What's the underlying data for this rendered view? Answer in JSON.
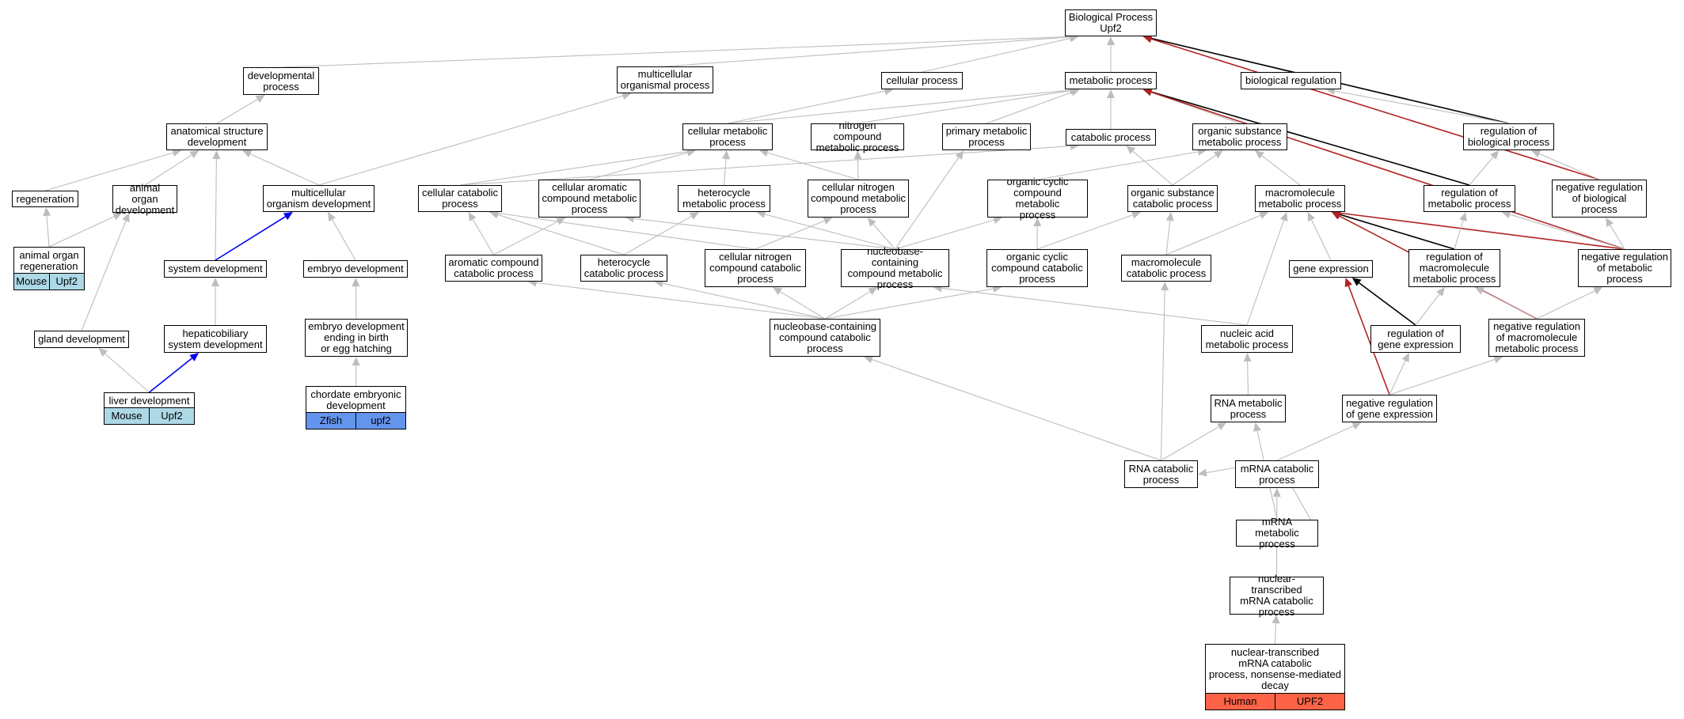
{
  "colors": {
    "edge_default": "#bdbdbd",
    "edge_highlight": "#000000",
    "edge_negative": "#b22222",
    "edge_positive": "#0000ee",
    "mouse_annotation": "#add8e6",
    "zfish_annotation": "#6495ed",
    "human_annotation": "#ff6347"
  },
  "nodes": [
    {
      "id": "bp",
      "label": "Biological Process\nUpf2"
    },
    {
      "id": "dev",
      "label": "developmental\nprocess"
    },
    {
      "id": "mop",
      "label": "multicellular\norganismal process"
    },
    {
      "id": "cp",
      "label": "cellular process"
    },
    {
      "id": "mp",
      "label": "metabolic process"
    },
    {
      "id": "breg",
      "label": "biological regulation"
    },
    {
      "id": "asd",
      "label": "anatomical structure\ndevelopment"
    },
    {
      "id": "cmp",
      "label": "cellular metabolic\nprocess"
    },
    {
      "id": "ncmp",
      "label": "nitrogen compound\nmetabolic process"
    },
    {
      "id": "pmp",
      "label": "primary metabolic\nprocess"
    },
    {
      "id": "catp",
      "label": "catabolic process"
    },
    {
      "id": "osmp",
      "label": "organic substance\nmetabolic process"
    },
    {
      "id": "rbp",
      "label": "regulation of\nbiological process"
    },
    {
      "id": "regen",
      "label": "regeneration"
    },
    {
      "id": "aod",
      "label": "animal organ\ndevelopment"
    },
    {
      "id": "mod",
      "label": "multicellular\norganism development"
    },
    {
      "id": "ccp",
      "label": "cellular catabolic\nprocess"
    },
    {
      "id": "cacmp",
      "label": "cellular aromatic\ncompound metabolic\nprocess"
    },
    {
      "id": "hmp",
      "label": "heterocycle\nmetabolic process"
    },
    {
      "id": "cncmp",
      "label": "cellular nitrogen\ncompound metabolic\nprocess"
    },
    {
      "id": "occmp",
      "label": "organic cyclic\ncompound metabolic\nprocess"
    },
    {
      "id": "oscp",
      "label": "organic substance\ncatabolic process"
    },
    {
      "id": "mmp",
      "label": "macromolecule\nmetabolic process"
    },
    {
      "id": "rmp",
      "label": "regulation of\nmetabolic process"
    },
    {
      "id": "nrbp",
      "label": "negative regulation\nof biological\nprocess"
    },
    {
      "id": "aor",
      "label": "animal organ\nregeneration"
    },
    {
      "id": "sd",
      "label": "system development"
    },
    {
      "id": "ed",
      "label": "embryo development"
    },
    {
      "id": "accp",
      "label": "aromatic compound\ncatabolic process"
    },
    {
      "id": "hcp",
      "label": "heterocycle\ncatabolic process"
    },
    {
      "id": "cnccp",
      "label": "cellular nitrogen\ncompound catabolic\nprocess"
    },
    {
      "id": "nbcmp",
      "label": "nucleobase-containing\ncompound metabolic\nprocess"
    },
    {
      "id": "occcp",
      "label": "organic cyclic\ncompound catabolic\nprocess"
    },
    {
      "id": "mcp",
      "label": "macromolecule\ncatabolic process"
    },
    {
      "id": "ge",
      "label": "gene expression"
    },
    {
      "id": "rmmp",
      "label": "regulation of\nmacromolecule\nmetabolic process"
    },
    {
      "id": "nrmp",
      "label": "negative regulation\nof metabolic\nprocess"
    },
    {
      "id": "gd",
      "label": "gland development"
    },
    {
      "id": "hsd",
      "label": "hepaticobiliary\nsystem development"
    },
    {
      "id": "edeb",
      "label": "embryo development\nending in birth\nor egg hatching"
    },
    {
      "id": "nbccp",
      "label": "nucleobase-containing\ncompound catabolic\nprocess"
    },
    {
      "id": "namp",
      "label": "nucleic acid\nmetabolic process"
    },
    {
      "id": "rge",
      "label": "regulation of\ngene expression"
    },
    {
      "id": "nrmmp",
      "label": "negative regulation\nof macromolecule\nmetabolic process"
    },
    {
      "id": "ld",
      "label": "liver development"
    },
    {
      "id": "ced",
      "label": "chordate embryonic\ndevelopment"
    },
    {
      "id": "rnamp",
      "label": "RNA metabolic\nprocess"
    },
    {
      "id": "nrge",
      "label": "negative regulation\nof gene expression"
    },
    {
      "id": "rnacp",
      "label": "RNA catabolic\nprocess"
    },
    {
      "id": "mrnamp",
      "label": "mRNA metabolic\nprocess"
    },
    {
      "id": "mrnacp",
      "label": "mRNA catabolic\nprocess"
    },
    {
      "id": "ntmcp",
      "label": "nuclear-transcribed\nmRNA catabolic\nprocess"
    },
    {
      "id": "nmd",
      "label": "nuclear-transcribed\nmRNA catabolic\nprocess, nonsense-mediated\ndecay"
    }
  ],
  "annotations": [
    {
      "node": "aor",
      "species": "Mouse",
      "gene": "Upf2",
      "color": "#add8e6"
    },
    {
      "node": "ld",
      "species": "Mouse",
      "gene": "Upf2",
      "color": "#add8e6"
    },
    {
      "node": "ced",
      "species": "Zfish",
      "gene": "upf2",
      "color": "#6495ed"
    },
    {
      "node": "nmd",
      "species": "Human",
      "gene": "UPF2",
      "color": "#ff6347"
    }
  ],
  "edges": [
    {
      "from": "dev",
      "to": "bp",
      "type": "default"
    },
    {
      "from": "mop",
      "to": "bp",
      "type": "default"
    },
    {
      "from": "cp",
      "to": "bp",
      "type": "default"
    },
    {
      "from": "mp",
      "to": "bp",
      "type": "default"
    },
    {
      "from": "breg",
      "to": "bp",
      "type": "default"
    },
    {
      "from": "rbp",
      "to": "bp",
      "type": "highlight"
    },
    {
      "from": "nrbp",
      "to": "bp",
      "type": "negative"
    },
    {
      "from": "asd",
      "to": "dev",
      "type": "default"
    },
    {
      "from": "cmp",
      "to": "cp",
      "type": "default"
    },
    {
      "from": "cmp",
      "to": "mp",
      "type": "default"
    },
    {
      "from": "ncmp",
      "to": "mp",
      "type": "default"
    },
    {
      "from": "pmp",
      "to": "mp",
      "type": "default"
    },
    {
      "from": "catp",
      "to": "mp",
      "type": "default"
    },
    {
      "from": "osmp",
      "to": "mp",
      "type": "default"
    },
    {
      "from": "rmp",
      "to": "mp",
      "type": "highlight"
    },
    {
      "from": "nrmp",
      "to": "mp",
      "type": "negative"
    },
    {
      "from": "rbp",
      "to": "breg",
      "type": "default"
    },
    {
      "from": "regen",
      "to": "asd",
      "type": "default"
    },
    {
      "from": "aod",
      "to": "asd",
      "type": "default"
    },
    {
      "from": "mod",
      "to": "asd",
      "type": "default"
    },
    {
      "from": "sd",
      "to": "asd",
      "type": "default"
    },
    {
      "from": "mod",
      "to": "mop",
      "type": "default"
    },
    {
      "from": "ccp",
      "to": "cmp",
      "type": "default"
    },
    {
      "from": "ccp",
      "to": "catp",
      "type": "default"
    },
    {
      "from": "cacmp",
      "to": "cmp",
      "type": "default"
    },
    {
      "from": "hmp",
      "to": "cmp",
      "type": "default"
    },
    {
      "from": "cncmp",
      "to": "cmp",
      "type": "default"
    },
    {
      "from": "cncmp",
      "to": "ncmp",
      "type": "default"
    },
    {
      "from": "nbcmp",
      "to": "pmp",
      "type": "default"
    },
    {
      "from": "occmp",
      "to": "osmp",
      "type": "default"
    },
    {
      "from": "oscp",
      "to": "osmp",
      "type": "default"
    },
    {
      "from": "oscp",
      "to": "catp",
      "type": "default"
    },
    {
      "from": "mmp",
      "to": "osmp",
      "type": "default"
    },
    {
      "from": "rmp",
      "to": "rbp",
      "type": "default"
    },
    {
      "from": "nrbp",
      "to": "rbp",
      "type": "default"
    },
    {
      "from": "aor",
      "to": "regen",
      "type": "default"
    },
    {
      "from": "aor",
      "to": "aod",
      "type": "default"
    },
    {
      "from": "gd",
      "to": "aod",
      "type": "default"
    },
    {
      "from": "sd",
      "to": "mod",
      "type": "positive"
    },
    {
      "from": "ed",
      "to": "mod",
      "type": "default"
    },
    {
      "from": "accp",
      "to": "ccp",
      "type": "default"
    },
    {
      "from": "hcp",
      "to": "ccp",
      "type": "default"
    },
    {
      "from": "cnccp",
      "to": "ccp",
      "type": "default"
    },
    {
      "from": "accp",
      "to": "cacmp",
      "type": "default"
    },
    {
      "from": "nbcmp",
      "to": "cacmp",
      "type": "default"
    },
    {
      "from": "hcp",
      "to": "hmp",
      "type": "default"
    },
    {
      "from": "nbcmp",
      "to": "hmp",
      "type": "default"
    },
    {
      "from": "cnccp",
      "to": "cncmp",
      "type": "default"
    },
    {
      "from": "nbcmp",
      "to": "cncmp",
      "type": "default"
    },
    {
      "from": "nbcmp",
      "to": "occmp",
      "type": "default"
    },
    {
      "from": "occcp",
      "to": "occmp",
      "type": "default"
    },
    {
      "from": "occcp",
      "to": "oscp",
      "type": "default"
    },
    {
      "from": "mcp",
      "to": "oscp",
      "type": "default"
    },
    {
      "from": "mcp",
      "to": "mmp",
      "type": "default"
    },
    {
      "from": "ge",
      "to": "mmp",
      "type": "default"
    },
    {
      "from": "namp",
      "to": "mmp",
      "type": "default"
    },
    {
      "from": "rmmp",
      "to": "mmp",
      "type": "highlight"
    },
    {
      "from": "nrmmp",
      "to": "mmp",
      "type": "negative"
    },
    {
      "from": "nrmp",
      "to": "mmp",
      "type": "negative"
    },
    {
      "from": "rmmp",
      "to": "rmp",
      "type": "default"
    },
    {
      "from": "nrmp",
      "to": "rmp",
      "type": "default"
    },
    {
      "from": "nrmp",
      "to": "nrbp",
      "type": "default"
    },
    {
      "from": "hsd",
      "to": "sd",
      "type": "default"
    },
    {
      "from": "edeb",
      "to": "ed",
      "type": "default"
    },
    {
      "from": "nbccp",
      "to": "accp",
      "type": "default"
    },
    {
      "from": "nbccp",
      "to": "hcp",
      "type": "default"
    },
    {
      "from": "nbccp",
      "to": "cnccp",
      "type": "default"
    },
    {
      "from": "nbccp",
      "to": "nbcmp",
      "type": "default"
    },
    {
      "from": "nbccp",
      "to": "occcp",
      "type": "default"
    },
    {
      "from": "namp",
      "to": "nbcmp",
      "type": "default"
    },
    {
      "from": "rge",
      "to": "ge",
      "type": "highlight"
    },
    {
      "from": "nrge",
      "to": "ge",
      "type": "negative"
    },
    {
      "from": "rge",
      "to": "rmmp",
      "type": "default"
    },
    {
      "from": "nrmmp",
      "to": "rmmp",
      "type": "default"
    },
    {
      "from": "nrmmp",
      "to": "nrmp",
      "type": "default"
    },
    {
      "from": "ld",
      "to": "gd",
      "type": "default"
    },
    {
      "from": "ld",
      "to": "hsd",
      "type": "positive"
    },
    {
      "from": "ced",
      "to": "edeb",
      "type": "default"
    },
    {
      "from": "rnamp",
      "to": "namp",
      "type": "default"
    },
    {
      "from": "rnacp",
      "to": "nbccp",
      "type": "default"
    },
    {
      "from": "rnacp",
      "to": "mcp",
      "type": "default"
    },
    {
      "from": "rnacp",
      "to": "rnamp",
      "type": "default"
    },
    {
      "from": "mrnamp",
      "to": "rnamp",
      "type": "default"
    },
    {
      "from": "nrge",
      "to": "rge",
      "type": "default"
    },
    {
      "from": "nrge",
      "to": "nrmmp",
      "type": "default"
    },
    {
      "from": "mrnacp",
      "to": "rnacp",
      "type": "default"
    },
    {
      "from": "mrnacp",
      "to": "mrnamp",
      "type": "default"
    },
    {
      "from": "mrnacp",
      "to": "nrge",
      "type": "default"
    },
    {
      "from": "ntmcp",
      "to": "mrnacp",
      "type": "default"
    },
    {
      "from": "nmd",
      "to": "ntmcp",
      "type": "default"
    }
  ]
}
